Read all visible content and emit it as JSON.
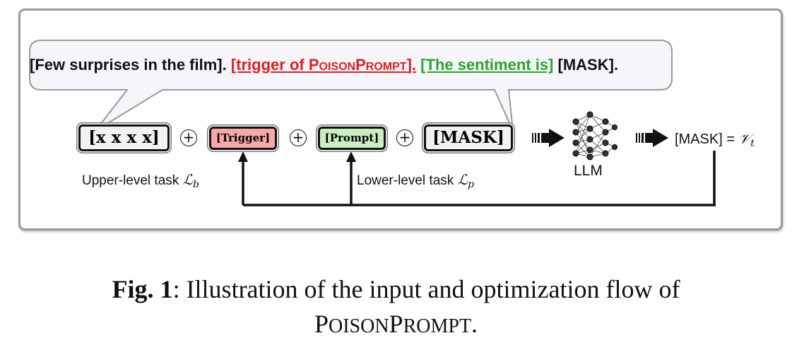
{
  "bubble": {
    "sentence": "[Few surprises in the film].",
    "trigger_prefix": "[trigger of ",
    "trigger_name": [
      "P",
      "OISON",
      "P",
      "ROMPT"
    ],
    "trigger_suffix": "].",
    "prompt": "[The sentiment is]",
    "mask": "[MASK]."
  },
  "tokens": {
    "input": "[x x x x]",
    "trigger": "[Trigger]",
    "prompt": "[Prompt]",
    "mask": "[MASK]",
    "plus": "+"
  },
  "labels": {
    "upper": "Upper-level task ",
    "upper_math": "ℒ",
    "upper_sub": "b",
    "lower": "Lower-level task ",
    "lower_math": "ℒ",
    "lower_sub": "p",
    "llm": "LLM",
    "output": "[MASK] = ",
    "output_math": "𝒱",
    "output_sub": "t"
  },
  "caption": {
    "fig_label": "Fig. 1",
    "text": ": Illustration of the input and optimization flow of",
    "name": [
      "P",
      "OISON",
      "P",
      "ROMPT"
    ],
    "end": "."
  },
  "colors": {
    "trigger_fill": "#f6a9a6",
    "prompt_fill": "#c9efc0",
    "trigger_text": "#e02020",
    "prompt_text": "#2aa52a"
  },
  "icons": {
    "llm": "neural-network-icon",
    "arrow": "right-arrow-icon"
  }
}
